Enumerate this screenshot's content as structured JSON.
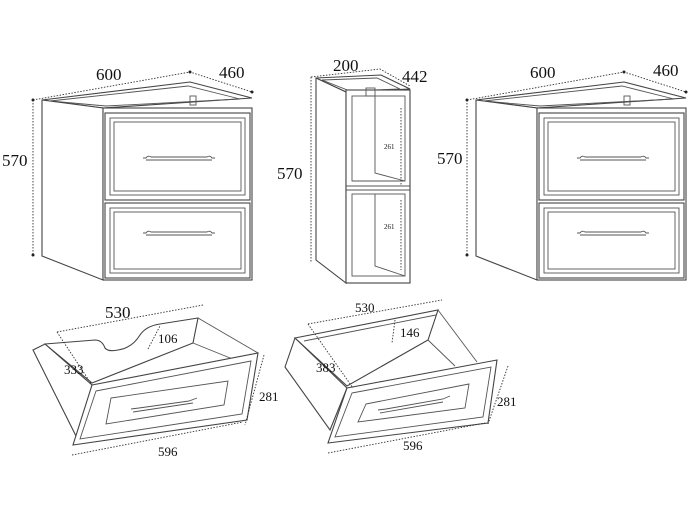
{
  "cabinet_left": {
    "width": "600",
    "depth": "460",
    "height": "570"
  },
  "column": {
    "width": "200",
    "depth": "442",
    "height": "570",
    "shelf_upper": "261",
    "shelf_lower": "261"
  },
  "cabinet_right": {
    "width": "600",
    "depth": "460",
    "height": "570"
  },
  "drawer_upper": {
    "inner_width": "530",
    "cutout": "106",
    "depth": "333",
    "front_width": "596",
    "front_height": "281"
  },
  "drawer_lower": {
    "inner_width": "530",
    "side_height": "146",
    "depth": "383",
    "front_width": "596",
    "front_height": "281"
  }
}
